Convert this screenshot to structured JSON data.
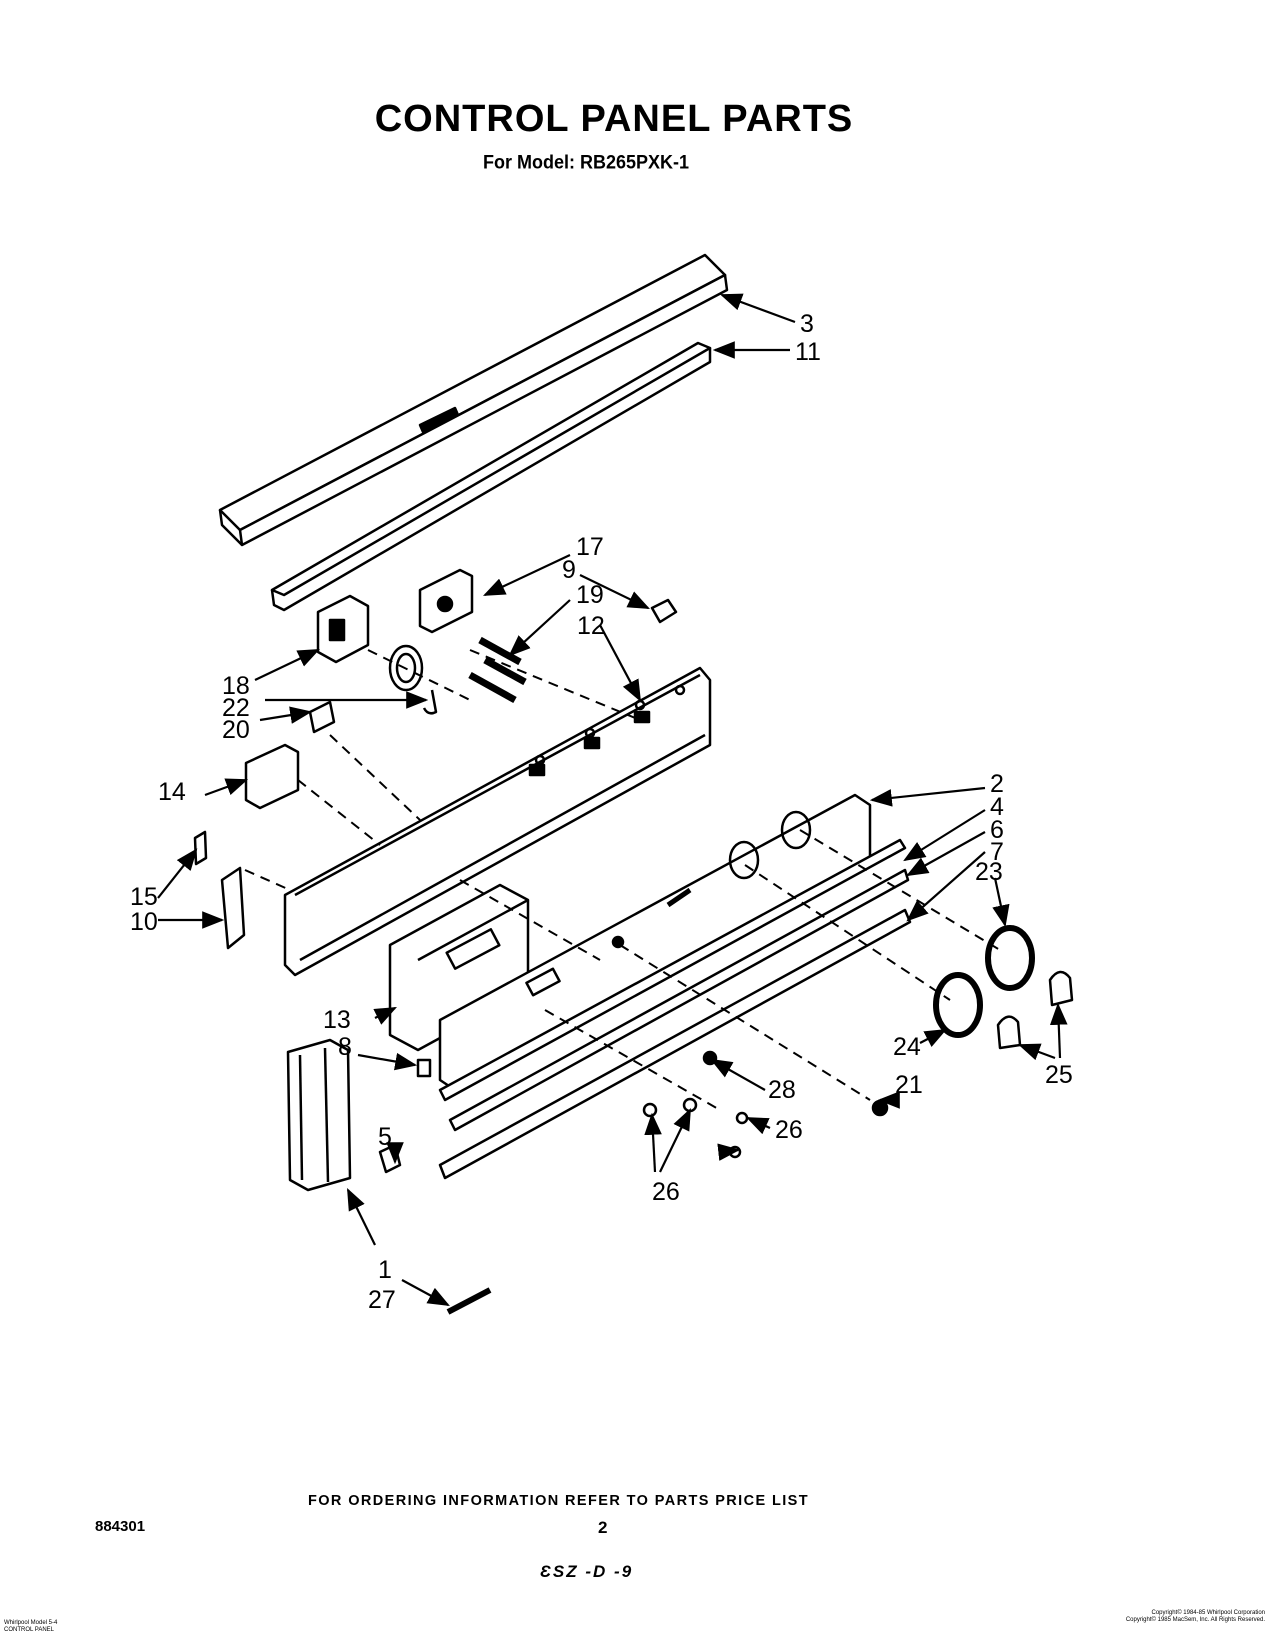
{
  "header": {
    "title": "CONTROL PANEL PARTS",
    "subtitle": "For Model: RB265PXK-1"
  },
  "callouts": [
    "3",
    "11",
    "17",
    "9",
    "19",
    "12",
    "18",
    "22",
    "20",
    "2",
    "4",
    "6",
    "7",
    "23",
    "14",
    "15",
    "10",
    "13",
    "8",
    "28",
    "21",
    "24",
    "25",
    "26",
    "26",
    "26",
    "5",
    "1",
    "27"
  ],
  "footer": {
    "ordering_note": "FOR ORDERING INFORMATION REFER TO PARTS PRICE LIST",
    "doc_number": "884301",
    "page_number": "2",
    "handwritten_code": "ƐSZ -D -9",
    "fine_print_left": [
      "Whirlpool Model 5-4",
      "CONTROL PANEL"
    ],
    "fine_print_right": [
      "Copyright© 1984-85 Whirlpool Corporation",
      "Copyright© 1985 MacSem, Inc. All Rights Reserved."
    ]
  }
}
